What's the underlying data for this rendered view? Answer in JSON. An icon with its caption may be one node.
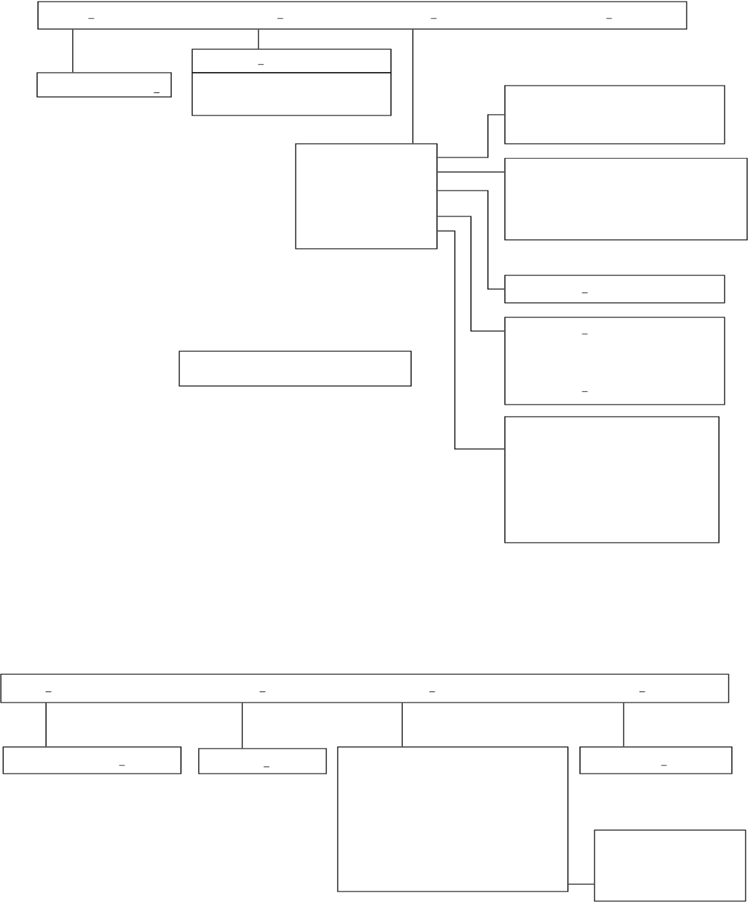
{
  "diagram": {
    "nodes": [
      {
        "text": [
          "_",
          "_",
          "_",
          "_"
        ]
      },
      {
        "text": [
          "_"
        ]
      },
      {
        "text": [
          "_"
        ]
      },
      {
        "text": [],
        "shape": "box"
      },
      {
        "text": [],
        "shape": "box"
      },
      {
        "text": [],
        "shape": "box"
      },
      {
        "text": [
          "_"
        ]
      },
      {
        "text": [
          "_",
          "_"
        ]
      },
      {
        "text": [],
        "shape": "box"
      },
      {
        "text": [],
        "shape": "box"
      },
      {
        "text": [
          "_",
          "_",
          "_",
          "_"
        ]
      },
      {
        "text": [
          "_"
        ]
      },
      {
        "text": [
          "_"
        ]
      },
      {
        "text": [],
        "shape": "box"
      },
      {
        "text": [
          "_"
        ]
      },
      {
        "text": [],
        "shape": "box"
      }
    ],
    "edges": [
      {
        "from": 0,
        "to": 1,
        "arrow": "none"
      },
      {
        "from": 0,
        "to": 2,
        "arrow": "none"
      },
      {
        "from": 0,
        "to": 3,
        "arrow": "none"
      },
      {
        "from": 3,
        "to": 4,
        "arrow": "none"
      },
      {
        "from": 3,
        "to": 5,
        "arrow": "none"
      },
      {
        "from": 3,
        "to": 6,
        "arrow": "none"
      },
      {
        "from": 3,
        "to": 7,
        "arrow": "none"
      },
      {
        "from": 3,
        "to": 8,
        "arrow": "none"
      },
      {
        "from": 10,
        "to": 11,
        "arrow": "none"
      },
      {
        "from": 10,
        "to": 12,
        "arrow": "none"
      },
      {
        "from": 10,
        "to": 13,
        "arrow": "none"
      },
      {
        "from": 10,
        "to": 14,
        "arrow": "none"
      },
      {
        "from": 13,
        "to": 15,
        "arrow": "none"
      }
    ]
  }
}
